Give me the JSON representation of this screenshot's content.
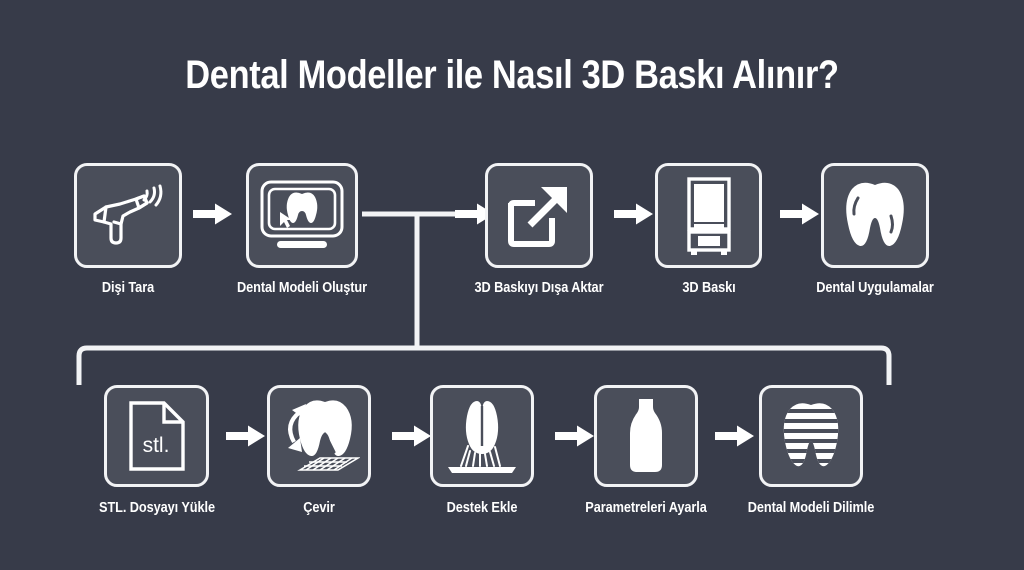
{
  "page": {
    "title": "Dental Modeller ile Nasıl 3D Baskı Alınır?",
    "background_color": "#373b49",
    "box_fill_color": "#4a4e5a",
    "stroke_color": "#f2f3f5",
    "text_color": "#ffffff"
  },
  "flow": {
    "top_row": [
      {
        "id": "scan-tooth",
        "label": "Dişi Tara",
        "icon": "handheld-3d-scanner-icon"
      },
      {
        "id": "create-dental-model",
        "label": "Dental Modeli Oluştur",
        "icon": "monitor-tooth-cursor-icon"
      },
      {
        "id": "export-3d-print",
        "label": "3D Baskıyı Dışa Aktar",
        "icon": "export-arrow-icon"
      },
      {
        "id": "3d-print",
        "label": "3D Baskı",
        "icon": "3d-printer-icon"
      },
      {
        "id": "dental-applications",
        "label": "Dental Uygulamalar",
        "icon": "tooth-icon"
      }
    ],
    "bottom_row": [
      {
        "id": "upload-stl-file",
        "label": "STL. Dosyayı Yükle",
        "icon": "stl-file-icon",
        "icon_text": "stl."
      },
      {
        "id": "orient",
        "label": "Çevir",
        "icon": "rotate-tooth-on-plate-icon"
      },
      {
        "id": "add-support",
        "label": "Destek Ekle",
        "icon": "tooth-with-supports-icon"
      },
      {
        "id": "adjust-parameters",
        "label": "Parametreleri Ayarla",
        "icon": "resin-bottle-icon"
      },
      {
        "id": "slice-dental-model",
        "label": "Dental Modeli Dilimle",
        "icon": "sliced-tooth-icon"
      }
    ],
    "arrows": {
      "name": "right-arrow-icon",
      "top_row_count": 4,
      "bottom_row_count": 4
    },
    "branch": {
      "name": "branch-connector",
      "description": "T-junction after Dental Modeli Oluştur splitting down to the bottom row bracket"
    }
  }
}
